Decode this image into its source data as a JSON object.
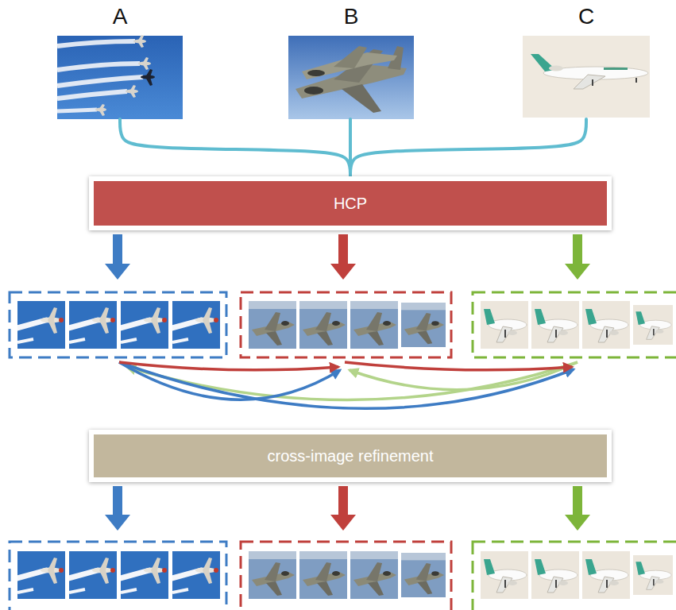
{
  "diagram": {
    "nodes": [
      {
        "text": [
          "A"
        ]
      },
      {
        "text": [
          "B"
        ]
      },
      {
        "text": [
          "C"
        ]
      },
      {
        "text": [
          "HCP"
        ]
      },
      {
        "text": [
          "cross-image refinement"
        ]
      }
    ],
    "edges": [
      {
        "from": 0,
        "to": 3,
        "arrow": "none"
      },
      {
        "from": 1,
        "to": 3,
        "arrow": "none"
      },
      {
        "from": 2,
        "to": 3,
        "arrow": "none"
      }
    ]
  }
}
